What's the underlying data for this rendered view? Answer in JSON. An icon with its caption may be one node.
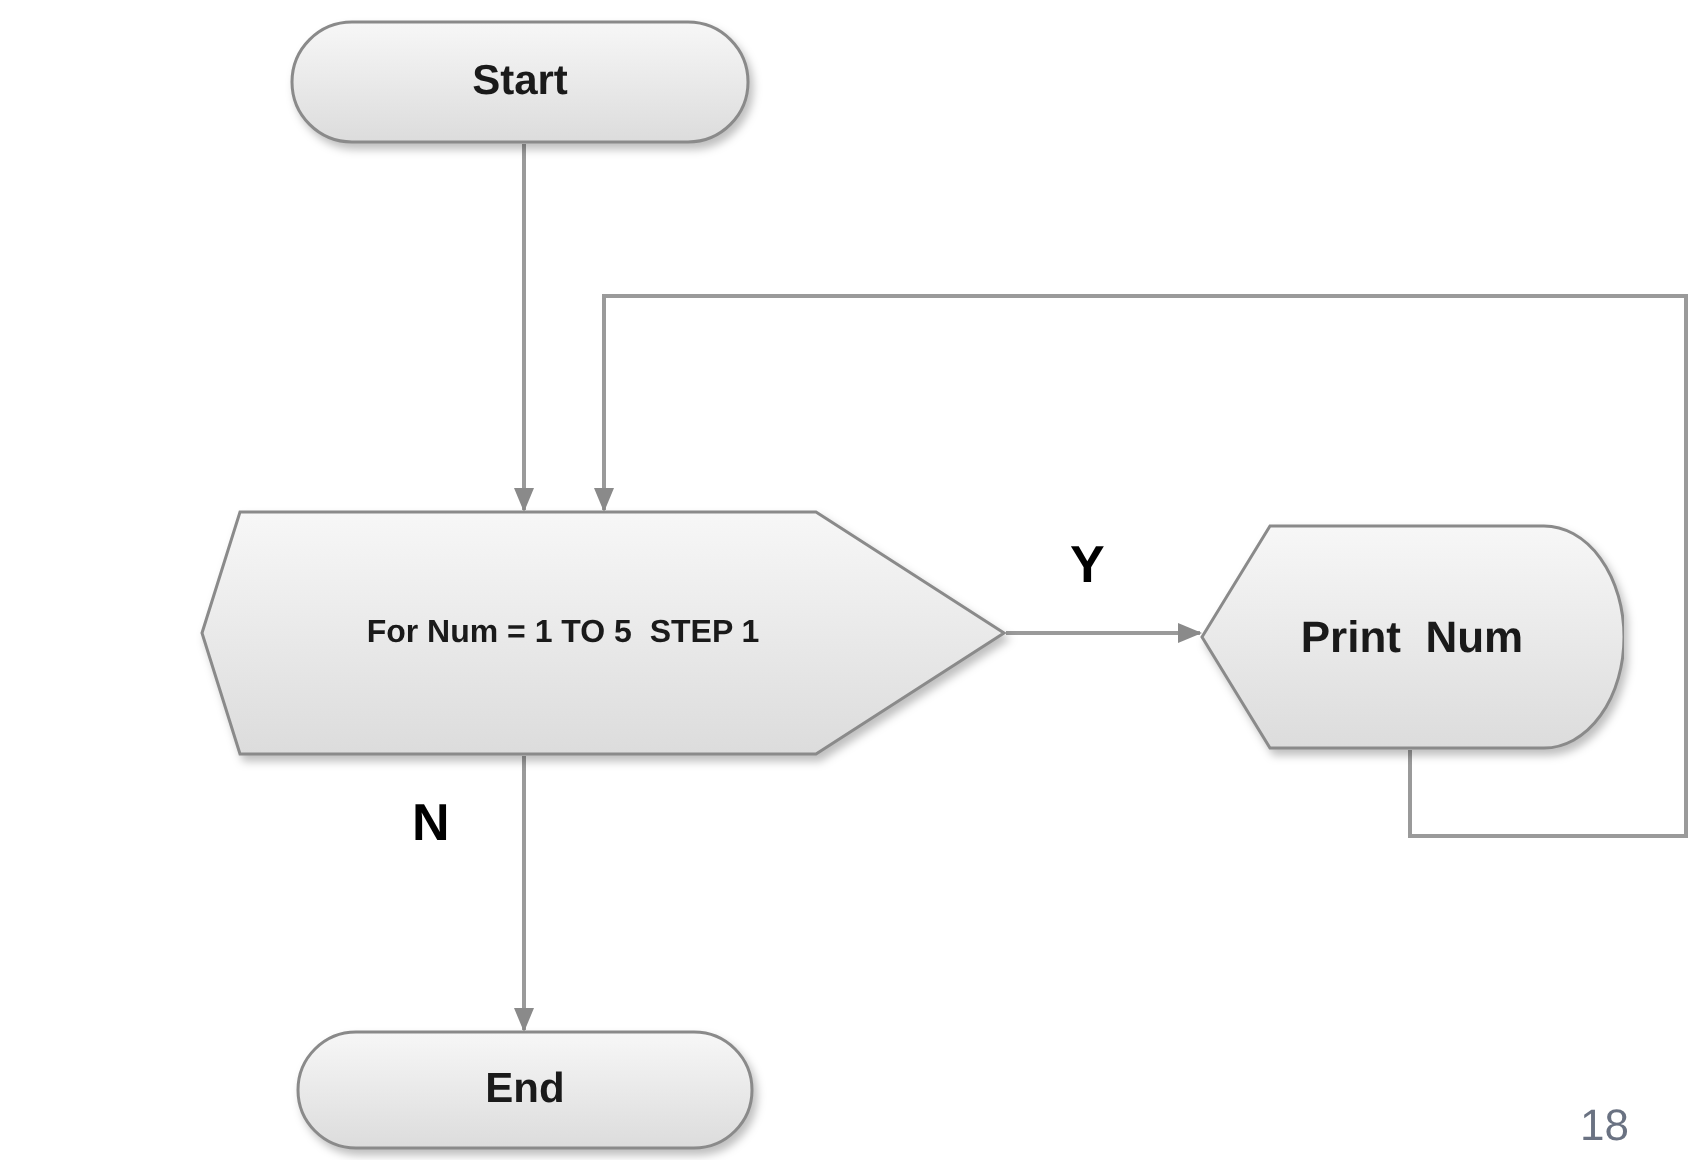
{
  "diagram": {
    "nodes": [
      {
        "text": [
          "Start"
        ]
      },
      {
        "text": [
          "For Num = 1 TO 5  STEP 1"
        ]
      },
      {
        "text": [
          "Print  Num"
        ]
      },
      {
        "text": [
          "End"
        ]
      }
    ],
    "edges": [
      {
        "from": 0,
        "to": 1,
        "arrow": "to"
      },
      {
        "from": 1,
        "to": 2,
        "arrow": "to",
        "label": "Y"
      },
      {
        "from": 2,
        "to": 1,
        "arrow": "to"
      },
      {
        "from": 1,
        "to": 3,
        "arrow": "to",
        "label": "N"
      }
    ],
    "labels": [
      "18"
    ]
  }
}
